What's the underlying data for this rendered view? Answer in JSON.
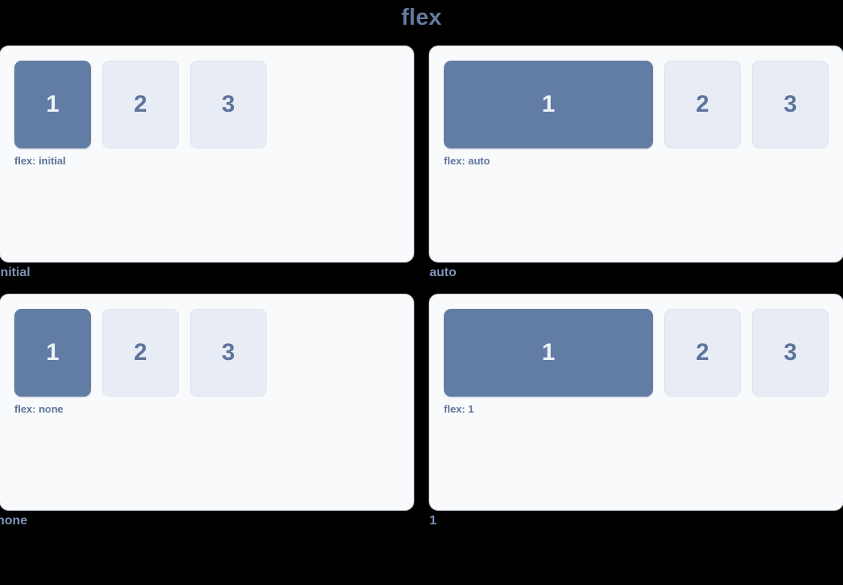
{
  "page": {
    "title": "flex",
    "background_color": "#000000",
    "title_color": "#647ba3"
  },
  "theme": {
    "card_background": "#f9fafc",
    "primary_box_color": "#627da3",
    "primary_box_text_color": "#eef2f8",
    "muted_box_color": "#e7ecf5",
    "muted_box_text_color": "#5d759c",
    "note_color": "#5d759c",
    "caption_color": "#7e94b8"
  },
  "demos": [
    {
      "caption": "initial",
      "note": "flex: initial",
      "flex_value": "initial",
      "boxes": [
        {
          "label": "1",
          "variant": "primary"
        },
        {
          "label": "2",
          "variant": "muted"
        },
        {
          "label": "3",
          "variant": "muted"
        }
      ]
    },
    {
      "caption": "auto",
      "note": "flex: auto",
      "flex_value": "auto",
      "boxes": [
        {
          "label": "1",
          "variant": "primary"
        },
        {
          "label": "2",
          "variant": "muted"
        },
        {
          "label": "3",
          "variant": "muted"
        }
      ]
    },
    {
      "caption": "none",
      "note": "flex: none",
      "flex_value": "none",
      "boxes": [
        {
          "label": "1",
          "variant": "primary"
        },
        {
          "label": "2",
          "variant": "muted"
        },
        {
          "label": "3",
          "variant": "muted"
        }
      ]
    },
    {
      "caption": "1",
      "note": "flex: 1",
      "flex_value": "1",
      "boxes": [
        {
          "label": "1",
          "variant": "primary"
        },
        {
          "label": "2",
          "variant": "muted"
        },
        {
          "label": "3",
          "variant": "muted"
        }
      ]
    }
  ]
}
